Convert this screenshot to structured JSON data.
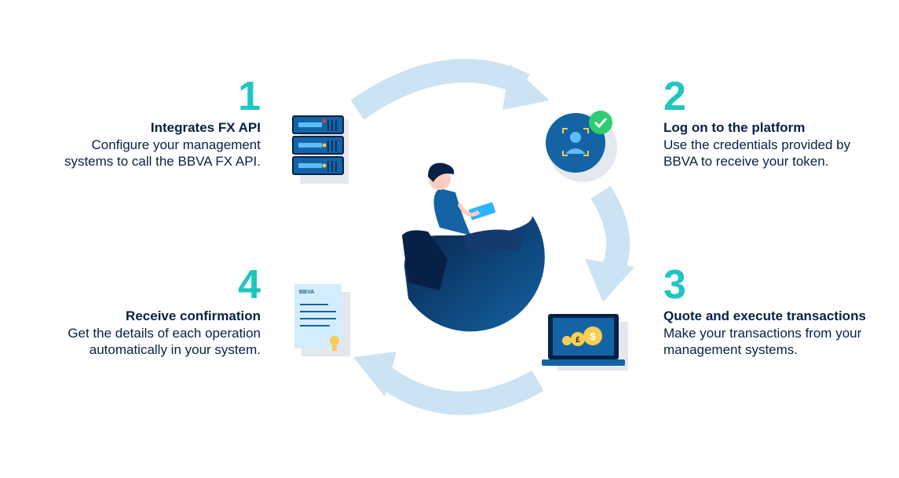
{
  "steps": [
    {
      "number": "1",
      "title": "Integrates FX API",
      "description_lines": [
        "Configure your management",
        "systems to call the BBVA FX API."
      ]
    },
    {
      "number": "2",
      "title": "Log on to the platform",
      "description_lines": [
        "Use the credentials provided by",
        "BBVA to receive your token."
      ]
    },
    {
      "number": "3",
      "title": "Quote and execute transactions",
      "description_lines": [
        "Make your transactions from your",
        "management systems."
      ]
    },
    {
      "number": "4",
      "title": "Receive confirmation",
      "description_lines": [
        "Get the details of each operation",
        "automatically in your system."
      ]
    }
  ],
  "document_icon": {
    "brand_text": "BBVA"
  },
  "icons": {
    "step_1": "server-icon",
    "step_2": "user-verified-icon",
    "step_3": "laptop-currency-icon",
    "step_4": "certificate-document-icon",
    "center": "woman-with-tablet-illustration"
  },
  "colors": {
    "accent_number": "#1fc6c0",
    "text_navy": "#072146",
    "arrow_light_blue": "#cbe3f3",
    "brand_blue": "#1464a5",
    "check_green": "#2dcc70"
  }
}
